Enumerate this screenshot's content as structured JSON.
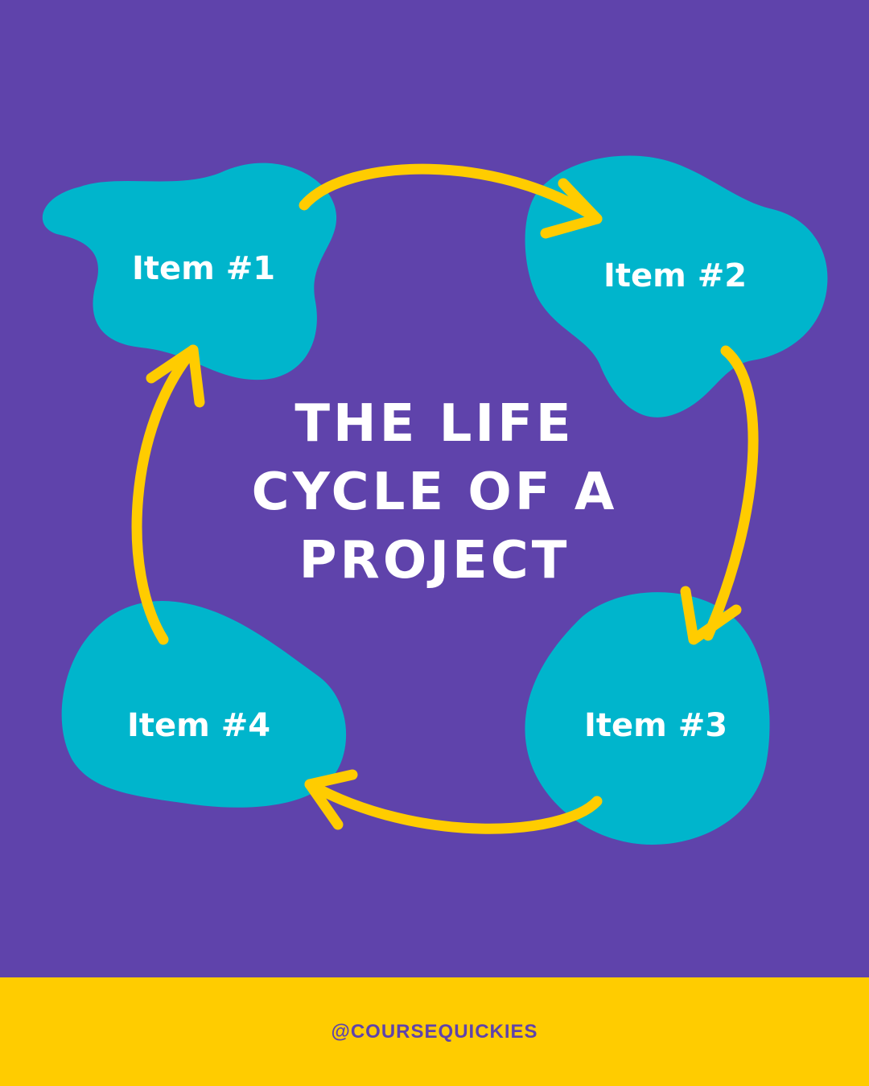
{
  "colors": {
    "background": "#5F43AB",
    "blob": "#00B5CC",
    "arrow": "#FFCC00",
    "text": "#FFFFFF",
    "footer": "#FFCC00",
    "footer_text": "#5F43AB"
  },
  "diagram": {
    "title_lines": [
      "THE LIFE",
      "CYCLE OF A",
      "PROJECT"
    ],
    "items": [
      "Item #1",
      "Item #2",
      "Item #3",
      "Item #4"
    ]
  },
  "footer": {
    "handle": "@COURSEQUICKIES"
  }
}
